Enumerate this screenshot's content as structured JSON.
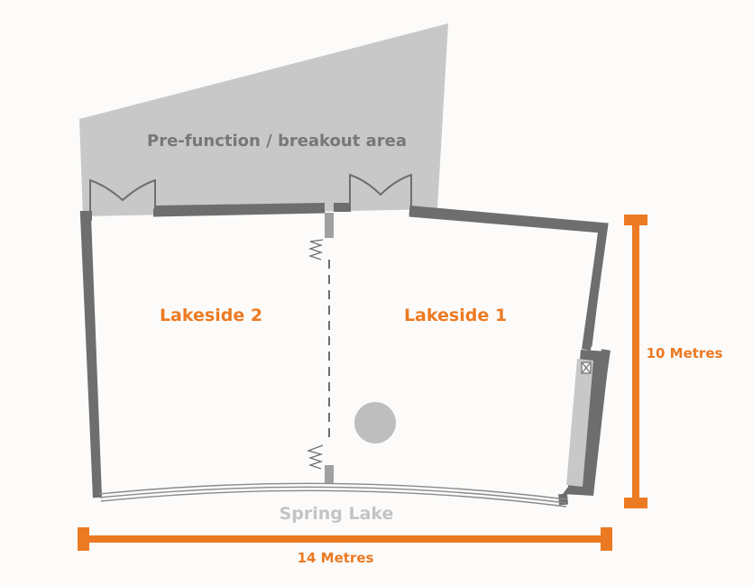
{
  "areas": {
    "prefunction": "Pre-function / breakout area",
    "room_left": "Lakeside 2",
    "room_right": "Lakeside 1",
    "water": "Spring Lake"
  },
  "dimensions": {
    "height": "10 Metres",
    "width": "14 Metres"
  },
  "colors": {
    "accent": "#ec7a22",
    "wall": "#6e6e6e",
    "prefunction_fill": "#c8c8c8",
    "background": "#fcfbfa"
  },
  "icons": [
    "door-swing-icon",
    "folding-partition-icon",
    "column-icon",
    "fire-exit-icon"
  ]
}
